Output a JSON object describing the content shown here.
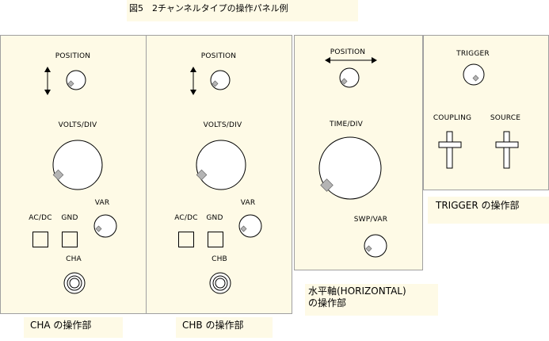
{
  "figure": {
    "title": "図5　2チャンネルタイプの操作パネル例"
  },
  "cha": {
    "position_label": "POSITION",
    "volts_label": "VOLTS/DIV",
    "var_label": "VAR",
    "acdc_label": "AC/DC",
    "gnd_label": "GND",
    "input_label": "CHA",
    "caption": "CHA の操作部"
  },
  "chb": {
    "position_label": "POSITION",
    "volts_label": "VOLTS/DIV",
    "var_label": "VAR",
    "acdc_label": "AC/DC",
    "gnd_label": "GND",
    "input_label": "CHB",
    "caption": "CHB の操作部"
  },
  "horizontal": {
    "position_label": "POSITION",
    "time_label": "TIME/DIV",
    "swp_label": "SWP/VAR",
    "caption_line1": "水平軸(HORIZONTAL)",
    "caption_line2": "の操作部"
  },
  "trigger": {
    "trigger_label": "TRIGGER",
    "coupling_label": "COUPLING",
    "source_label": "SOURCE",
    "caption": "TRIGGER の操作部"
  }
}
